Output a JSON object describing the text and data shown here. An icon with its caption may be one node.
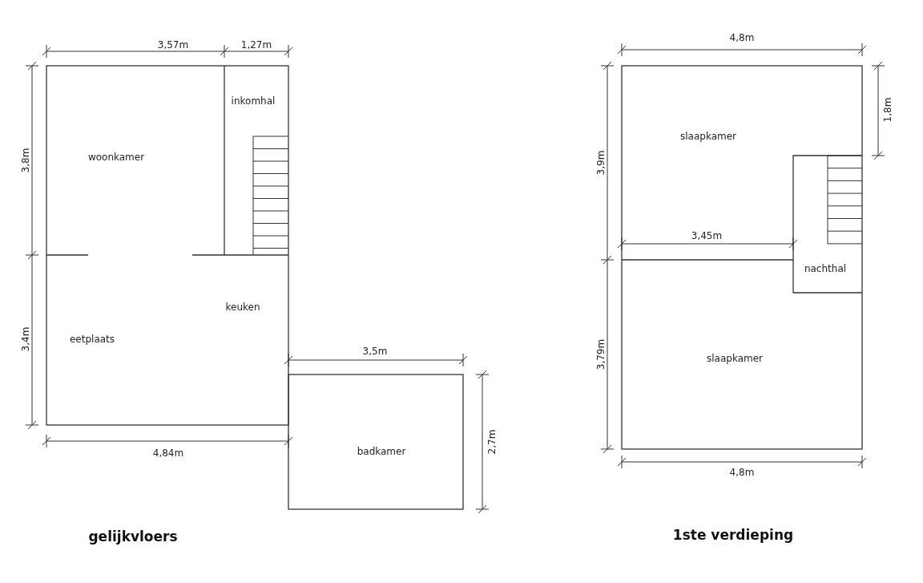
{
  "diagram": {
    "labels": [
      "3,57m",
      "1,27m",
      "inkomhal",
      "3,8m",
      "woonkamer",
      "keuken",
      "eetplaats",
      "3,4m",
      "3,5m",
      "2,7m",
      "badkamer",
      "4,84m",
      "gelijkvloers",
      "4,8m",
      "1,8m",
      "3,9m",
      "slaapkamer",
      "3,45m",
      "nachthal",
      "3,79m",
      "slaapkamer",
      "4,8m",
      "1ste verdieping"
    ]
  }
}
